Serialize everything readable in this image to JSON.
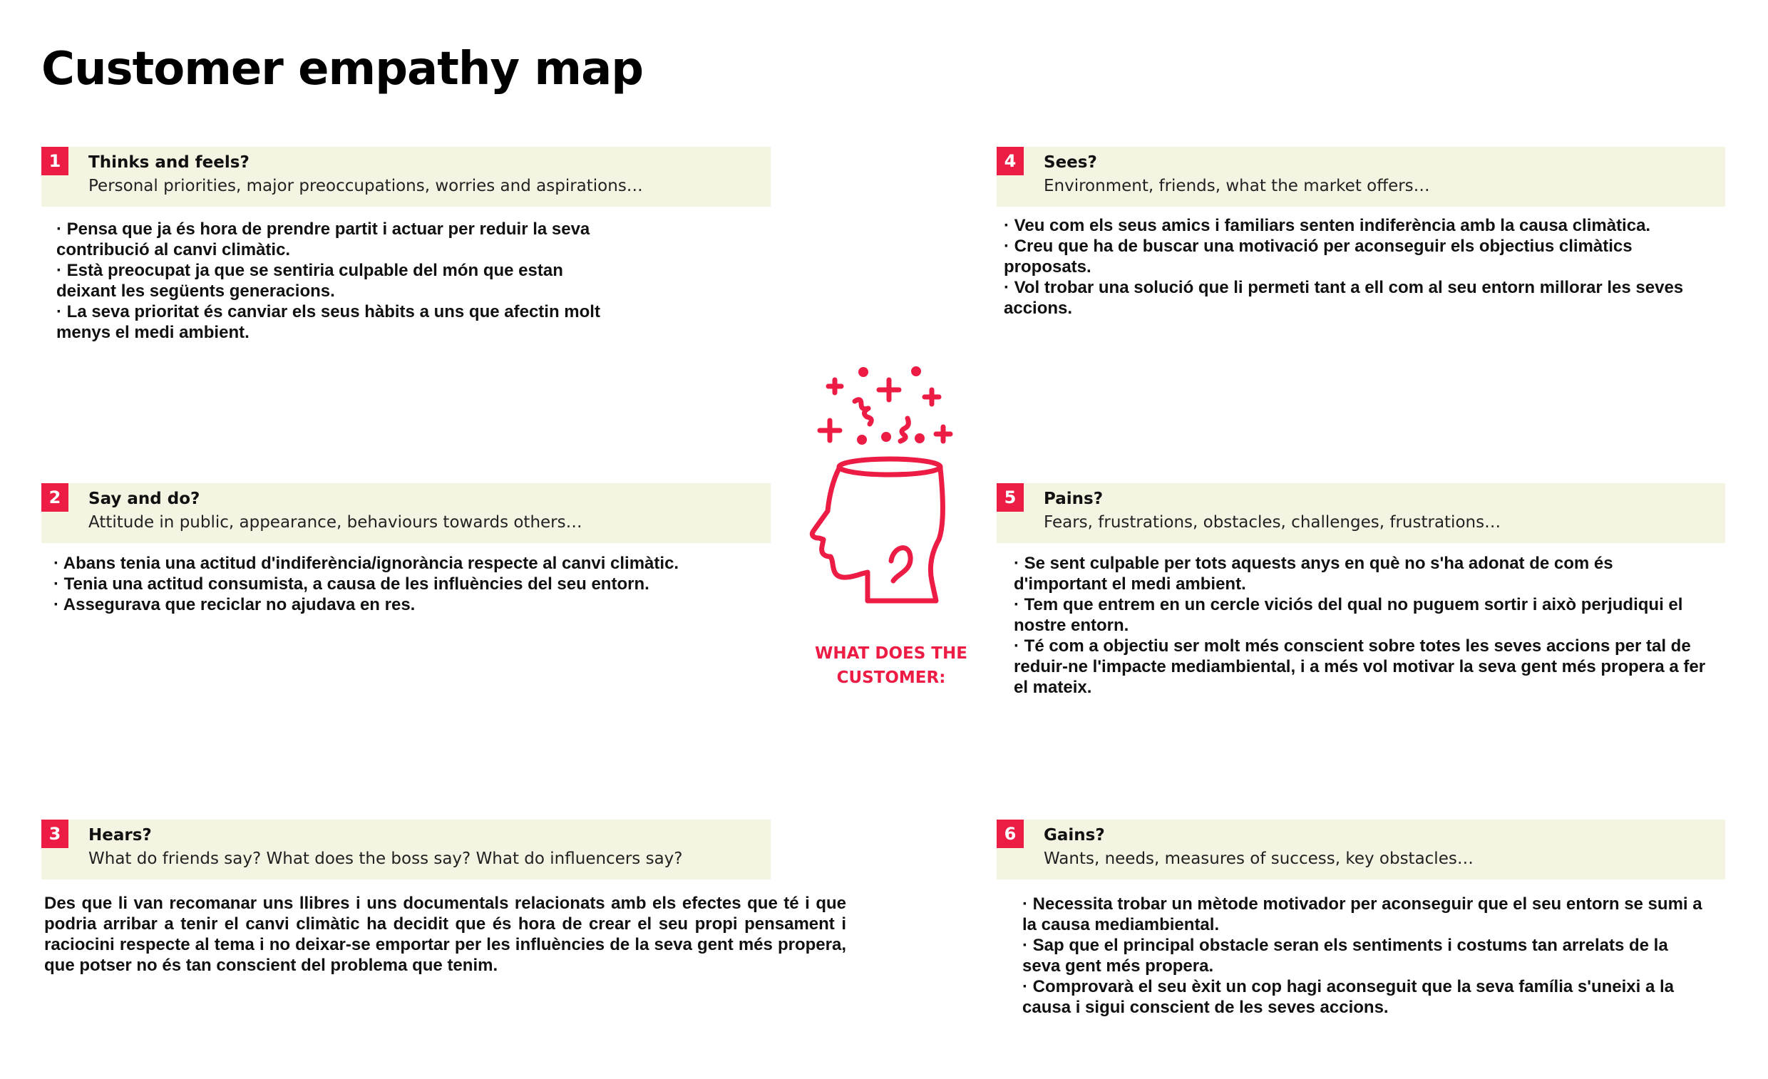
{
  "title": "Customer empathy map",
  "center": {
    "label_line1": "WHAT DOES THE",
    "label_line2": "CUSTOMER:"
  },
  "colors": {
    "accent": "#ec1c45",
    "header_bg": "#f5f3e1"
  },
  "icons": {
    "center": "head-icon"
  },
  "sections": [
    {
      "number": "1",
      "question": "Thinks and feels?",
      "subtitle": "Personal priorities, major preoccupations, worries and aspirations…",
      "lines": [
        "· Pensa que ja és hora de prendre partit i actuar per reduir la seva",
        "contribució al canvi climàtic.",
        "· Està preocupat ja que se sentiria culpable del món que estan",
        "deixant les següents generacions.",
        "· La seva prioritat és canviar els seus hàbits a uns que afectin molt",
        "menys el medi ambient."
      ]
    },
    {
      "number": "2",
      "question": "Say and do?",
      "subtitle": "Attitude in public, appearance, behaviours towards others…",
      "lines": [
        "· Abans tenia una actitud d'indiferència/ignorància respecte al canvi climàtic.",
        "· Tenia una actitud consumista, a causa de les influències del seu entorn.",
        "· Assegurava que reciclar no ajudava en res."
      ]
    },
    {
      "number": "3",
      "question": "Hears?",
      "subtitle": "What do friends say? What does the boss say? What do influencers say?",
      "paragraph": "Des que li van recomanar uns llibres i uns documentals relacionats amb els efectes que té i que podria arribar a tenir el canvi climàtic ha decidit que és hora de crear el seu propi pensament i raciocini respecte al tema i no deixar-se emportar per les influències de la seva gent més propera, que potser no és tan conscient del problema que tenim."
    },
    {
      "number": "4",
      "question": "Sees?",
      "subtitle": "Environment, friends, what the market offers…",
      "lines": [
        "· Veu com els seus amics i familiars senten indiferència amb la causa climàtica.",
        "· Creu que ha de buscar una motivació per aconseguir els objectius climàtics",
        "proposats.",
        "· Vol trobar una solució que li permeti tant a ell com al seu entorn millorar les seves",
        "accions."
      ]
    },
    {
      "number": "5",
      "question": "Pains?",
      "subtitle": "Fears, frustrations, obstacles, challenges, frustrations…",
      "lines": [
        "· Se sent culpable per tots aquests anys en què no s'ha adonat de com és",
        "d'important el medi ambient.",
        "· Tem que entrem en un cercle viciós del qual no puguem sortir i això perjudiqui el",
        "nostre entorn.",
        "· Té com a objectiu ser molt més conscient sobre totes les seves accions per tal de",
        "reduir-ne l'impacte mediambiental, i a més vol motivar la seva gent més propera a fer",
        "el mateix."
      ]
    },
    {
      "number": "6",
      "question": "Gains?",
      "subtitle": "Wants, needs, measures of success, key obstacles…",
      "lines": [
        "· Necessita trobar un mètode motivador per aconseguir que el seu entorn se sumi a",
        "la causa mediambiental.",
        "· Sap que el principal obstacle seran els sentiments i costums tan arrelats de la",
        "seva gent més propera.",
        "· Comprovarà el seu èxit un cop hagi aconseguit que la seva família s'uneixi a la",
        "causa i sigui conscient de les seves accions."
      ]
    }
  ]
}
